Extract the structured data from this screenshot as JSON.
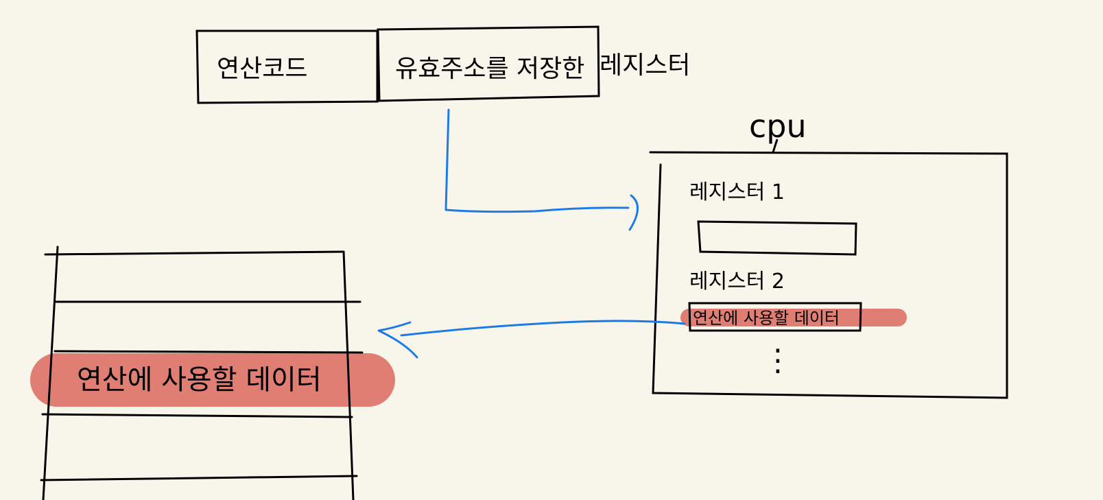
{
  "instruction": {
    "opcode_label": "연산코드",
    "operand_label": "유효주소를 저장한",
    "operand_suffix": "레지스터"
  },
  "cpu": {
    "title": "cpu",
    "register1_label": "레지스터 1",
    "register2_label": "레지스터 2",
    "register2_value": "연산에 사용할 데이터",
    "ellipsis": "⋮"
  },
  "memory": {
    "highlighted_cell": "연산에 사용할 데이터"
  },
  "colors": {
    "background": "#f8f6ea",
    "stroke": "#000000",
    "arrow": "#1e7be6",
    "highlight": "#e07e74"
  }
}
